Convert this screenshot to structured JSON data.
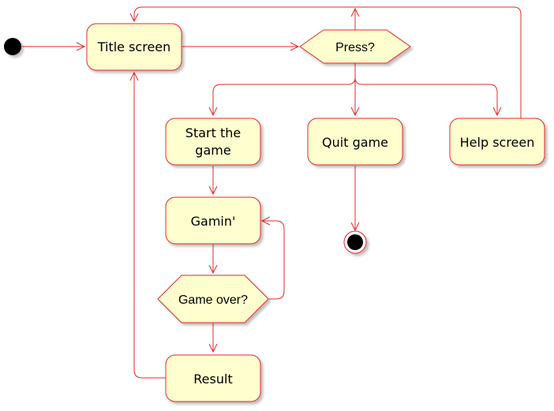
{
  "diagram": {
    "type": "uml-activity",
    "colors": {
      "node_fill": "#FEFECE",
      "edge": "#E52B2B",
      "border": "#E52B2B",
      "terminal": "#000000",
      "shadow": "#d0d0d0"
    },
    "nodes": {
      "title_screen": "Title screen",
      "press_decision": "Press?",
      "start_game_line1": "Start the",
      "start_game_line2": "game",
      "quit_game": "Quit game",
      "help_screen": "Help screen",
      "gamin": "Gamin'",
      "game_over_decision": "Game over?",
      "result": "Result"
    },
    "edges": [
      {
        "from": "start",
        "to": "Title screen"
      },
      {
        "from": "Title screen",
        "to": "Press?"
      },
      {
        "from": "Press?",
        "to": "Start the game"
      },
      {
        "from": "Press?",
        "to": "Quit game"
      },
      {
        "from": "Press?",
        "to": "Help screen"
      },
      {
        "from": "Help screen",
        "to": "Title screen"
      },
      {
        "from": "Start the game",
        "to": "Gamin'"
      },
      {
        "from": "Gamin'",
        "to": "Game over?"
      },
      {
        "from": "Game over?",
        "to": "Gamin'"
      },
      {
        "from": "Game over?",
        "to": "Result"
      },
      {
        "from": "Result",
        "to": "Title screen"
      },
      {
        "from": "Quit game",
        "to": "end"
      }
    ]
  }
}
